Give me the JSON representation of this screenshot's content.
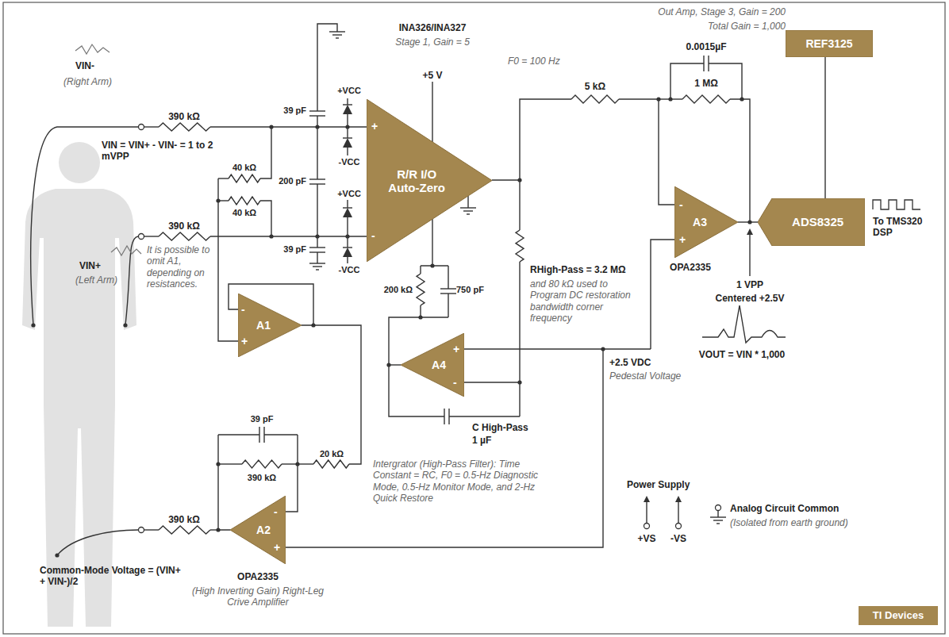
{
  "diagram": {
    "nodes": [
      {
        "text": [
          "REF3125"
        ]
      },
      {
        "text": [
          "R/R I/O Auto-Zero"
        ]
      },
      {
        "text": [
          "A3"
        ]
      },
      {
        "text": [
          "ADS8325"
        ]
      },
      {
        "text": [
          "A1"
        ]
      },
      {
        "text": [
          "A4"
        ]
      },
      {
        "text": [
          "A2"
        ]
      }
    ],
    "edges": [
      {
        "from": 0,
        "to": 3,
        "arrow": "none"
      },
      {
        "from": 2,
        "to": 3,
        "arrow": "none"
      }
    ],
    "labels": [
      "VIN-",
      "(Right Arm)",
      "390 kΩ",
      "VIN = VIN+ - VIN- = 1 to 2 mVPP",
      "VIN+",
      "(Left Arm)",
      "390 kΩ",
      "39 pF",
      "200 pF",
      "39 pF",
      "40 kΩ",
      "40 kΩ",
      "+VCC",
      "-VCC",
      "+VCC",
      "-VCC",
      "INA326/INA327",
      "Stage 1, Gain = 5",
      "+5 V",
      "+",
      "-",
      "It is possible to omit A1, depending on resistances.",
      "-",
      "+",
      "39 pF",
      "390 kΩ",
      "20 kΩ",
      "-",
      "+",
      "390 kΩ",
      "Common-Mode Voltage = (VIN+ + VIN-)/2",
      "OPA2335",
      "(High Inverting Gain) Right-Leg Crive Amplifier",
      "200 kΩ",
      "750 pF",
      "+",
      "-",
      "C High-Pass",
      "1 µF",
      "Intergrator (High-Pass Filter): Time Constant = RC, F0 = 0.5-Hz Diagnostic Mode, 0.5-Hz Monitor Mode, and 2-Hz Quick Restore",
      "5 kΩ",
      "RHigh-Pass = 3.2 MΩ",
      "and 80 kΩ used to Program DC restoration bandwidth corner frequency",
      "+2.5 VDC",
      "Pedestal Voltage",
      "Out Amp, Stage 3, Gain = 200",
      "Total Gain = 1,000",
      "F0 = 100 Hz",
      "0.0015µF",
      "1 MΩ",
      "-",
      "+",
      "OPA2335",
      "1 VPP",
      "Centered +2.5V",
      "VOUT = VIN * 1,000",
      "To TMS320 DSP",
      "Power Supply",
      "+VS",
      "-VS",
      "Analog Circuit Common",
      "(Isolated from earth ground)"
    ],
    "legend": [
      {
        "text": "TI Devices",
        "color": "#a4874f"
      }
    ]
  }
}
